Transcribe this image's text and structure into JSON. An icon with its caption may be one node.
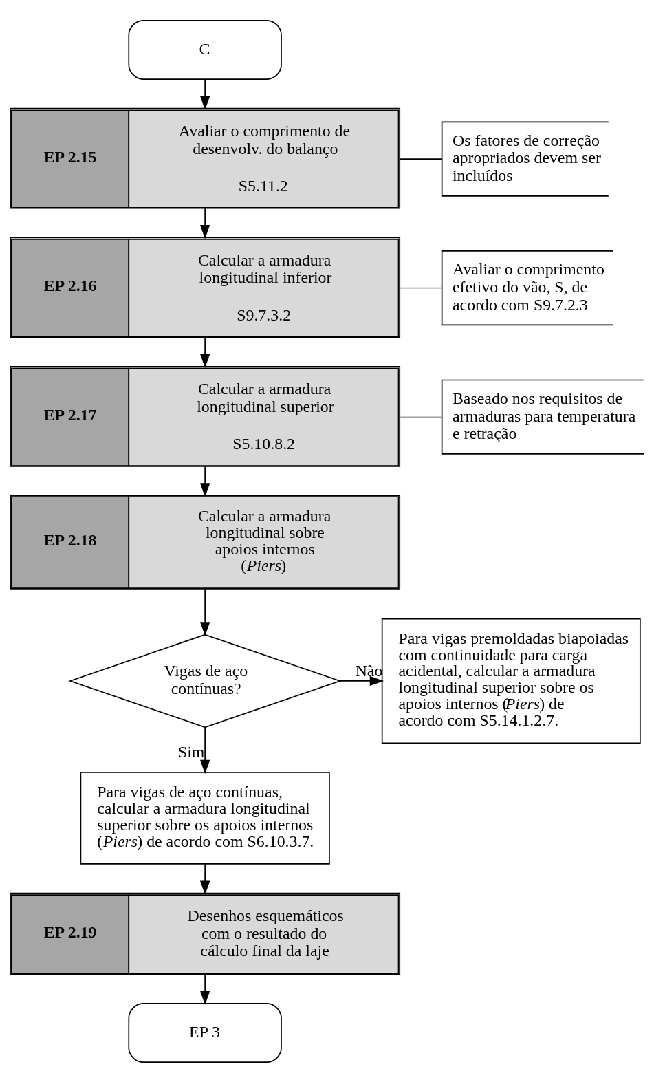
{
  "diagram": {
    "nodes": [
      {
        "text": [
          "C"
        ]
      },
      {
        "text": [
          "EP 2.15",
          "Avaliar o comprimento de desenvolv. do balanço",
          "S5.11.2"
        ]
      },
      {
        "text": [
          "Os fatores de correção apropriados devem ser incluídos"
        ]
      },
      {
        "text": [
          "EP 2.16",
          "Calcular a armadura longitudinal inferior",
          "S9.7.3.2"
        ]
      },
      {
        "text": [
          "Avaliar o comprimento efetivo do vão, S, de acordo com S9.7.2.3"
        ]
      },
      {
        "text": [
          "EP 2.17",
          "Calcular a armadura longitudinal superior",
          "S5.10.8.2"
        ]
      },
      {
        "text": [
          "Baseado nos requisitos de armaduras para temperatura e retração"
        ]
      },
      {
        "text": [
          "EP 2.18",
          "Calcular a armadura longitudinal sobre apoios internos (*Piers*)"
        ]
      },
      {
        "text": [
          "Vigas de aço contínuas?"
        ]
      },
      {
        "text": [
          "Para vigas premoldadas biapoiadas com continuidade para carga acidental, calcular a armadura longitudinal superior sobre os apoios internos (*Piers*) de acordo com S5.14.1.2.7."
        ]
      },
      {
        "text": [
          "Para vigas de aço contínuas, calcular a armadura longitudinal superior sobre os apoios internos (*Piers*) de acordo com S6.10.3.7."
        ]
      },
      {
        "text": [
          "EP 2.19",
          "Desenhos esquemáticos com o resultado do cálculo final da laje"
        ]
      },
      {
        "text": [
          "EP 3"
        ]
      }
    ],
    "edges": [
      {
        "from": 0,
        "to": 1,
        "arrow": "to"
      },
      {
        "from": 1,
        "to": 2,
        "arrow": "none"
      },
      {
        "from": 1,
        "to": 3,
        "arrow": "to"
      },
      {
        "from": 3,
        "to": 4,
        "arrow": "none",
        "color": "#a0a0a0"
      },
      {
        "from": 3,
        "to": 5,
        "arrow": "to"
      },
      {
        "from": 5,
        "to": 6,
        "arrow": "none",
        "color": "#a0a0a0"
      },
      {
        "from": 5,
        "to": 7,
        "arrow": "to"
      },
      {
        "from": 7,
        "to": 8,
        "arrow": "to"
      },
      {
        "from": 8,
        "to": 10,
        "arrow": "to",
        "label": "Sim"
      },
      {
        "from": 8,
        "to": 9,
        "arrow": "to",
        "label": "Não"
      },
      {
        "from": 10,
        "to": 11,
        "arrow": "to"
      },
      {
        "from": 11,
        "to": 12,
        "arrow": "to"
      }
    ]
  }
}
